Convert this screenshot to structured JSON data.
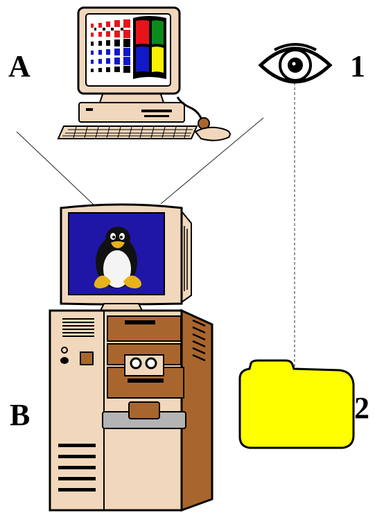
{
  "labels": {
    "a": "A",
    "b": "B",
    "one": "1",
    "two": "2"
  },
  "icons": {
    "client_computer": "windows-desktop-computer-icon",
    "server_computer": "linux-tower-server-icon",
    "eye": "eye-icon",
    "folder": "folder-icon",
    "tux": "tux-penguin-icon",
    "windows_logo": "windows-flag-logo-icon"
  },
  "colors": {
    "beige": "#f1d8bc",
    "tower_brown": "#a8662e",
    "linux_screen": "#1f16a8",
    "folder_yellow": "#ffff00",
    "win_red": "#e8141b",
    "win_green": "#0c8a1c",
    "win_blue": "#1018c8",
    "win_yellow": "#f8f000"
  }
}
